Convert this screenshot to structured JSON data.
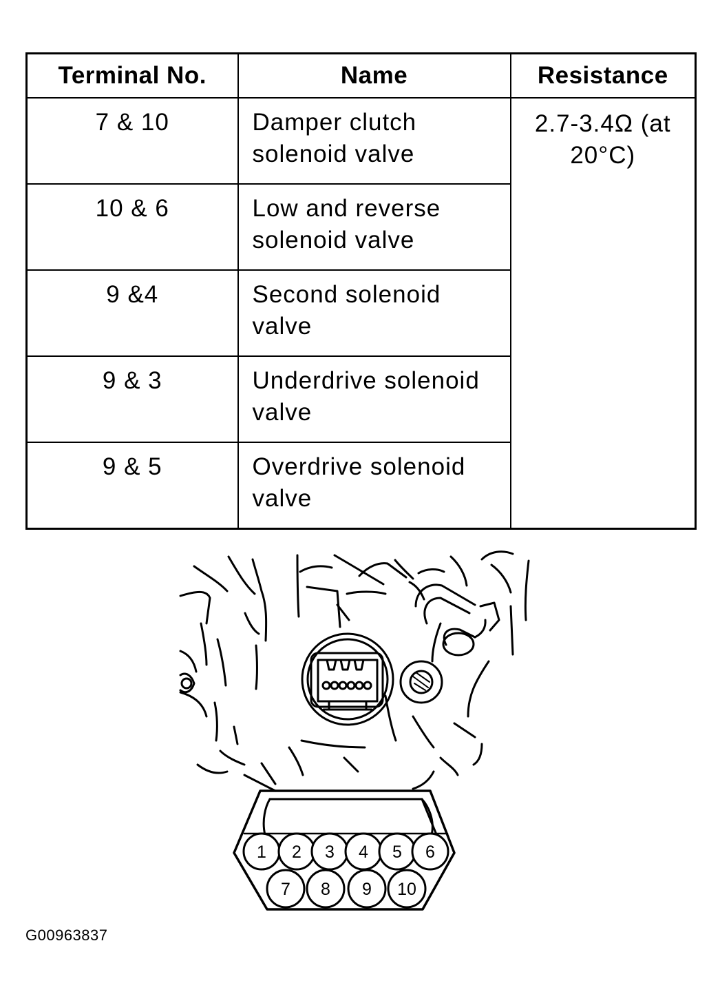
{
  "table": {
    "headers": {
      "terminal": "Terminal No.",
      "name": "Name",
      "resistance": "Resistance"
    },
    "resistance_value_line1": "2.7-3.4Ω (at",
    "resistance_value_line2": "20°C)",
    "rows": [
      {
        "terminal": "7 & 10",
        "name_line1": "Damper clutch",
        "name_line2": "solenoid valve"
      },
      {
        "terminal": "10 & 6",
        "name_line1": "Low and reverse",
        "name_line2": "solenoid valve"
      },
      {
        "terminal": "9 &4",
        "name_line1": "Second solenoid",
        "name_line2": "valve"
      },
      {
        "terminal": "9 & 3",
        "name_line1": "Underdrive solenoid",
        "name_line2": "valve"
      },
      {
        "terminal": "9 & 5",
        "name_line1": "Overdrive solenoid",
        "name_line2": "valve"
      }
    ]
  },
  "connector": {
    "top_row_pins": [
      "1",
      "2",
      "3",
      "4",
      "5",
      "6"
    ],
    "bottom_row_pins": [
      "7",
      "8",
      "9",
      "10"
    ]
  },
  "figure_id": "G00963837"
}
